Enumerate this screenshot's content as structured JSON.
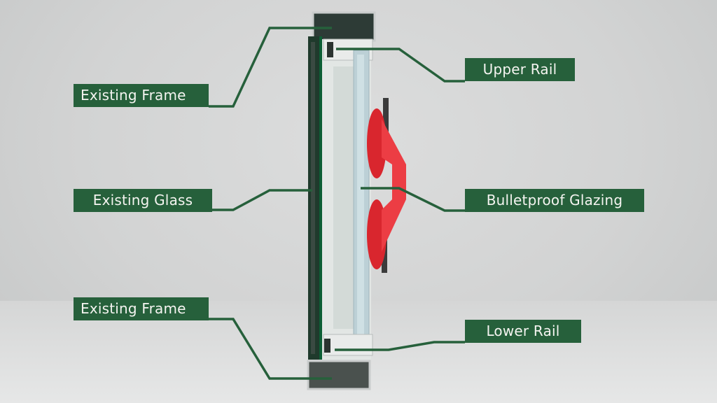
{
  "labels": {
    "existing_frame_top": "Existing Frame",
    "upper_rail": "Upper Rail",
    "existing_glass": "Existing Glass",
    "bulletproof_glazing": "Bulletproof Glazing",
    "existing_frame_bottom": "Existing Frame",
    "lower_rail": "Lower Rail"
  },
  "colors": {
    "label_bg": "#26603b",
    "label_text": "#f4f4f0",
    "suction_cup": "#e8343a"
  }
}
